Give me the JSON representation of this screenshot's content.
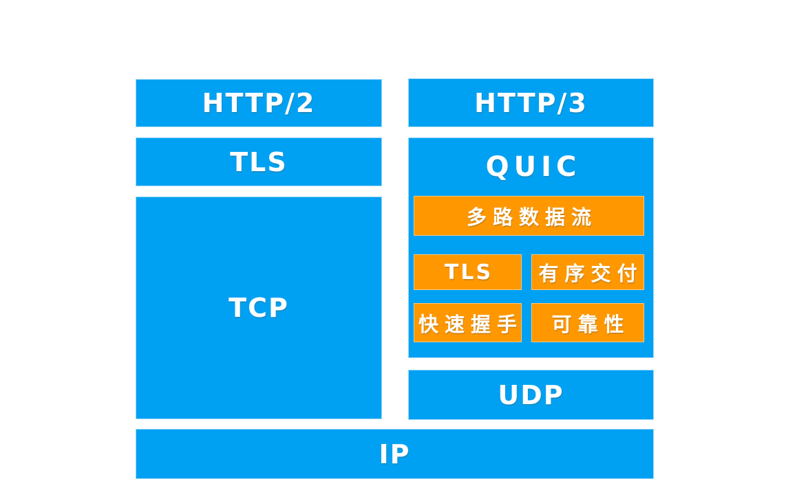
{
  "colors": {
    "blue": "#00A1F2",
    "orange": "#FF9800",
    "text": "#FFFFFF",
    "background": "#FFFFFF"
  },
  "stack": {
    "http2": {
      "label": "HTTP/2"
    },
    "tls": {
      "label": "TLS"
    },
    "tcp": {
      "label": "TCP"
    },
    "http3": {
      "label": "HTTP/3"
    },
    "quic": {
      "label": "QUIC",
      "features": [
        {
          "label": "多路数据流"
        },
        {
          "label": "TLS"
        },
        {
          "label": "有序交付"
        },
        {
          "label": "快速握手"
        },
        {
          "label": "可靠性"
        }
      ]
    },
    "udp": {
      "label": "UDP"
    },
    "ip": {
      "label": "IP"
    }
  }
}
